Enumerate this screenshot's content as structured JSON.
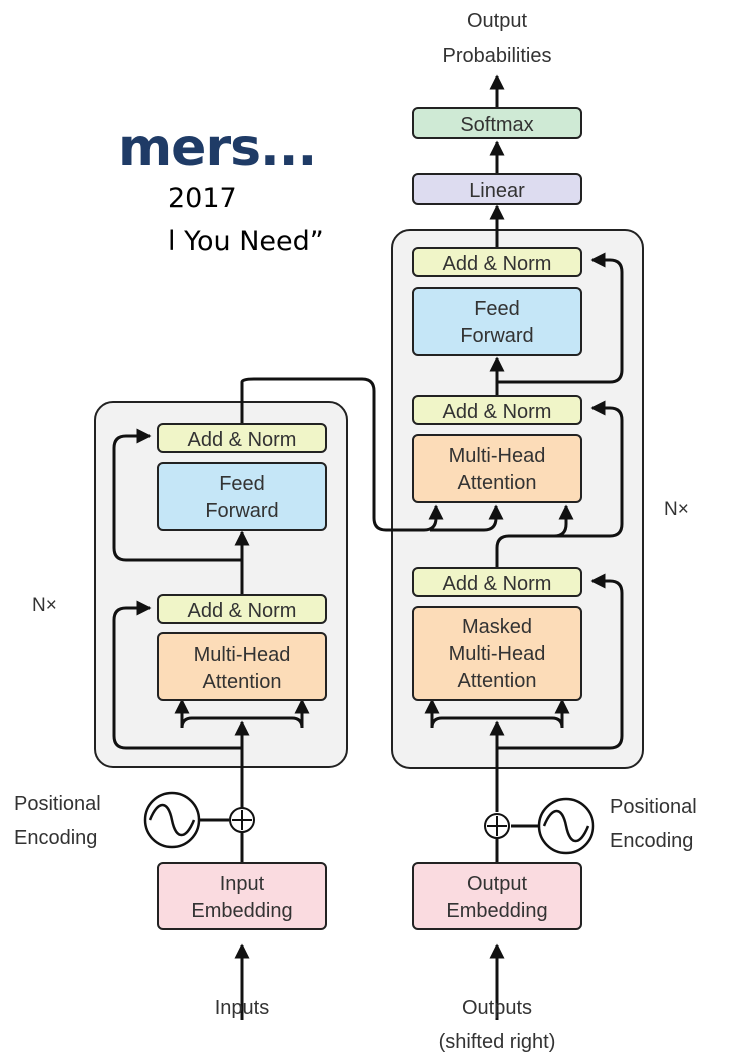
{
  "slide": {
    "title_fragment": "mers...",
    "subtitle_line1": "2017",
    "subtitle_line2": "l You Need”"
  },
  "diagram": {
    "output_probabilities": [
      "Output",
      "Probabilities"
    ],
    "softmax": "Softmax",
    "linear": "Linear",
    "add_norm": "Add & Norm",
    "feed_forward": [
      "Feed",
      "Forward"
    ],
    "multi_head_attention": [
      "Multi-Head",
      "Attention"
    ],
    "masked_multi_head_attention": [
      "Masked",
      "Multi-Head",
      "Attention"
    ],
    "nx": "N×",
    "positional_encoding": [
      "Positional",
      "Encoding"
    ],
    "input_embedding": [
      "Input",
      "Embedding"
    ],
    "output_embedding": [
      "Output",
      "Embedding"
    ],
    "inputs": "Inputs",
    "outputs": [
      "Outputs",
      "(shifted right)"
    ],
    "colors": {
      "add_norm": "#f0f5c8",
      "feed_forward": "#c5e6f7",
      "attention": "#fcdcb8",
      "embedding": "#fadbe0",
      "softmax": "#cfead5",
      "linear": "#dddcf0",
      "stack_bg": "#f2f2f2"
    }
  }
}
